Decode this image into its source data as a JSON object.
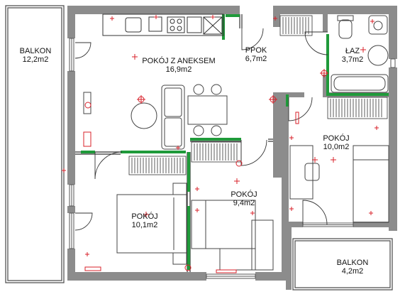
{
  "rooms": [
    {
      "id": "balkon-west",
      "name": "BALKON",
      "area": "12,2m2"
    },
    {
      "id": "living-kitchen",
      "name": "POKÓJ Z ANEKSEM",
      "area": "16,9m2"
    },
    {
      "id": "hall",
      "name": "PPOK",
      "area": "6,7m2"
    },
    {
      "id": "bathroom",
      "name": "ŁAZ",
      "area": "3,7m2"
    },
    {
      "id": "bedroom-east",
      "name": "POKÓJ",
      "area": "10,0m2"
    },
    {
      "id": "bedroom-center",
      "name": "POKÓJ",
      "area": "9,4m2"
    },
    {
      "id": "bedroom-southwest",
      "name": "POKÓJ",
      "area": "10,1m2"
    },
    {
      "id": "balkon-east",
      "name": "BALKON",
      "area": "4,2m2"
    }
  ],
  "colors": {
    "wall": "#8c8c8c",
    "ventilation": "#1f9a3a",
    "electrical": "#d8202a",
    "furniture": "#444444",
    "balcony_outline": "#555555",
    "wardrobe": "#333333"
  }
}
